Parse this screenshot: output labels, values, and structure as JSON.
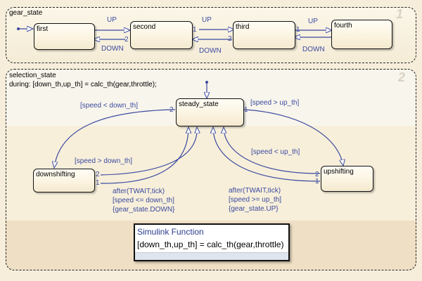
{
  "diagram": {
    "type": "stateflow-chart",
    "gear_state": {
      "name": "gear_state",
      "order": "1",
      "states": [
        {
          "id": "first",
          "label": "first"
        },
        {
          "id": "second",
          "label": "second"
        },
        {
          "id": "third",
          "label": "third"
        },
        {
          "id": "fourth",
          "label": "fourth"
        }
      ],
      "transitions": {
        "up_label": "UP",
        "down_label": "DOWN",
        "priority_1": "1",
        "priority_2": "2"
      }
    },
    "selection_state": {
      "name": "selection_state",
      "order": "2",
      "during": "during: [down_th,up_th] = calc_th(gear,throttle);",
      "states": [
        {
          "id": "steady_state",
          "label": "steady_state"
        },
        {
          "id": "downshifting",
          "label": "downshifting"
        },
        {
          "id": "upshifting",
          "label": "upshifting"
        }
      ],
      "transitions": {
        "speed_lt_down": "[speed < down_th]",
        "speed_gt_up": "[speed > up_th]",
        "speed_gt_down": "[speed > down_th]",
        "speed_lt_up": "[speed < up_th]",
        "down_after": "after(TWAIT,tick)",
        "down_cond": "[speed <= down_th]",
        "down_action": "{gear_state.DOWN}",
        "up_after": "after(TWAIT,tick)",
        "up_cond": "[speed >= up_th]",
        "up_action": "{gear_state.UP}",
        "p1": "1",
        "p2": "2"
      }
    },
    "simulink_function": {
      "title": "Simulink Function",
      "signature": "[down_th,up_th] = calc_th(gear,throttle)"
    },
    "colors": {
      "transition": "#3b4aa0",
      "background": "#f6eedb"
    }
  }
}
